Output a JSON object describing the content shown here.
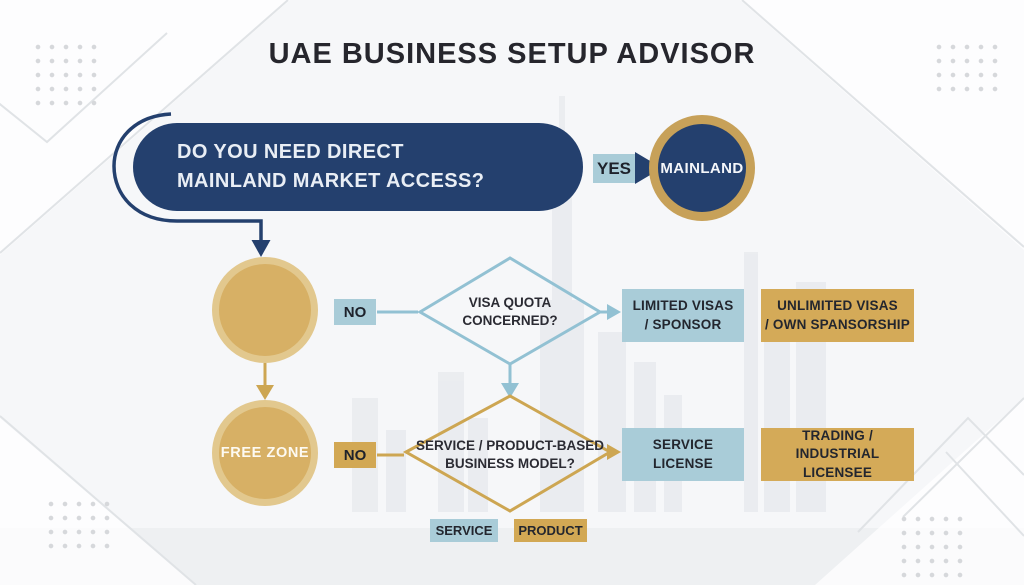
{
  "title": "UAE BUSINESS SETUP ADVISOR",
  "flow": {
    "question_pill": {
      "line1": "DO YOU NEED DIRECT",
      "line2": "MAINLAND MARKET ACCESS?"
    },
    "yes_label": "YES",
    "mainland_label": "MAINLAND",
    "freezone_label": "FREE ZONE",
    "no_label_visa": "NO",
    "no_label_model": "NO",
    "visa_diamond": {
      "line1": "VISA QUOTA",
      "line2": "CONCERNED?"
    },
    "model_diamond": {
      "line1": "SERVICE / PRODUCT-BASED",
      "line2": "BUSINESS MODEL?"
    },
    "outcomes": [
      {
        "line1": "LIMITED VISAS",
        "line2": "/ SPONSOR"
      },
      {
        "line1": "UNLIMITED VISAS",
        "line2": "/ OWN SPANSORSHIP"
      },
      {
        "line1": "SERVICE",
        "line2": "LICENSE"
      },
      {
        "line1": "TRADING /",
        "line2": "INDUSTRIAL LICENSEE"
      }
    ],
    "service_tag": "SERVICE",
    "product_tag": "PRODUCT"
  },
  "colors": {
    "navy": "#24406e",
    "gold": "#d4aa58",
    "gold_ring": "#e2c88e",
    "gold_line": "#cda652",
    "light_blue": "#a9ccd8",
    "blue_line": "#92c1d3",
    "background": "#f6f7f9",
    "text_dark": "#26262d",
    "text_light": "#e9eef5"
  }
}
